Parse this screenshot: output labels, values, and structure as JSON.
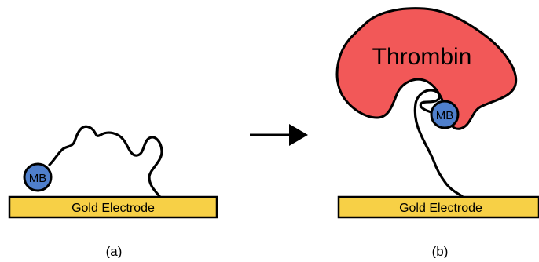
{
  "panel_a": {
    "electrode_label": "Gold Electrode",
    "mb_label": "MB",
    "caption": "(a)"
  },
  "panel_b": {
    "protein_label": "Thrombin",
    "electrode_label": "Gold Electrode",
    "mb_label": "MB",
    "caption": "(b)"
  },
  "colors": {
    "electrode_fill": "#F7D046",
    "mb_fill": "#4F7FCC",
    "thrombin_fill": "#F25858",
    "stroke": "#000000"
  }
}
